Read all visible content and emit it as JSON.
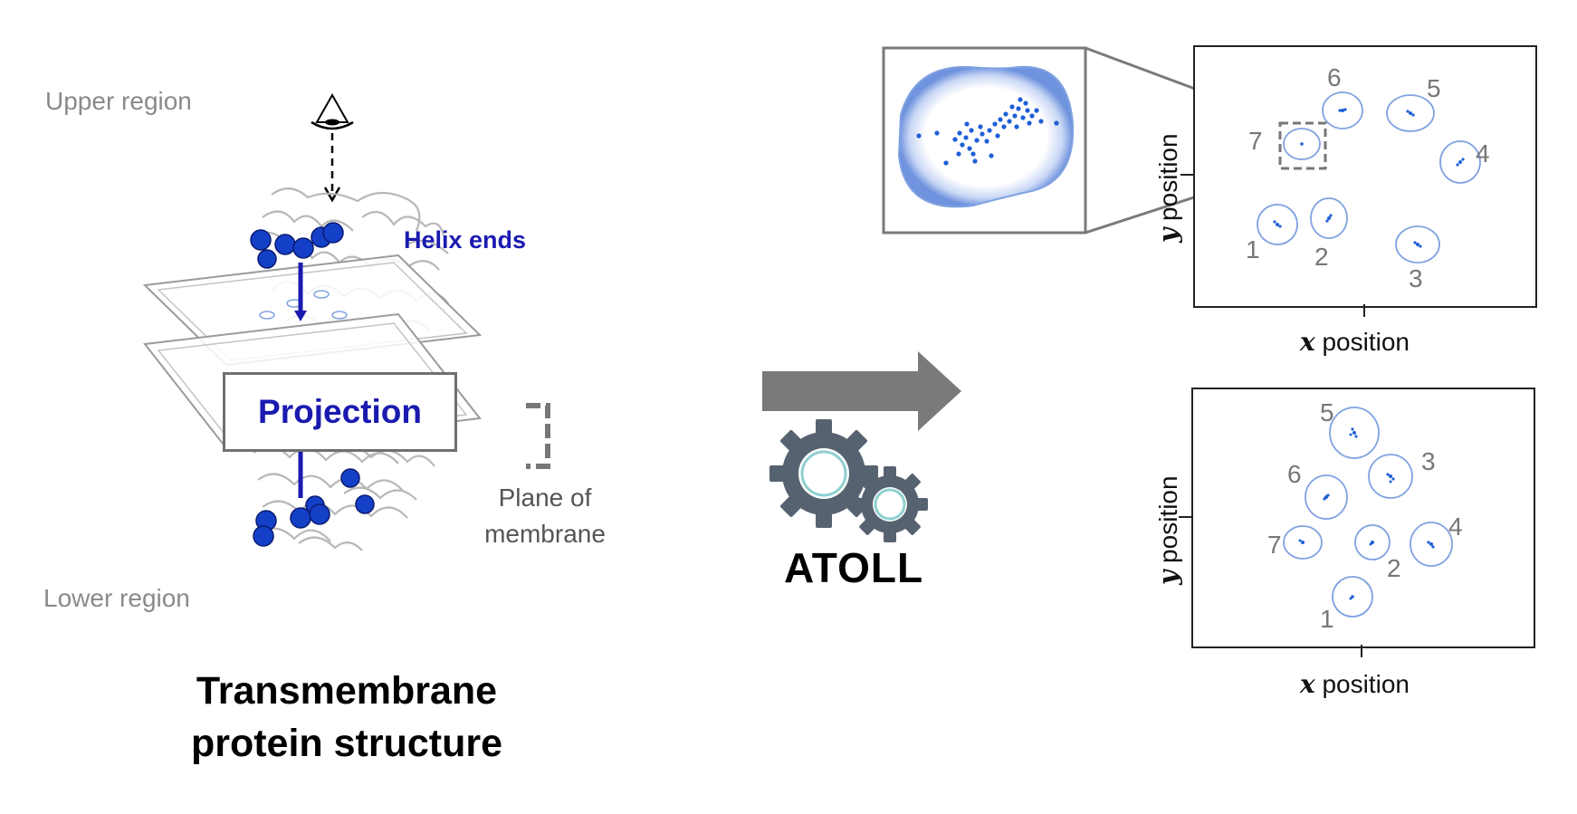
{
  "left": {
    "upper_region": "Upper region",
    "lower_region": "Lower region",
    "helix_ends": "Helix ends",
    "projection": "Projection",
    "plane_line1": "Plane of",
    "plane_line2": "membrane",
    "title_line1": "Transmembrane",
    "title_line2": "protein structure"
  },
  "middle": {
    "tool_name": "ATOLL"
  },
  "plots": {
    "x_var": "x",
    "y_var": "y",
    "axis_word": "position",
    "top_labels": [
      "1",
      "2",
      "3",
      "4",
      "5",
      "6",
      "7"
    ],
    "bottom_labels": [
      "1",
      "2",
      "3",
      "4",
      "5",
      "6",
      "7"
    ]
  },
  "colors": {
    "helix_blue": "#1a1ab0",
    "point_blue": "#1f5fd6",
    "outline_blue": "#7fa2e0",
    "gear_gray": "#56626f",
    "arrow_gray": "#7a7a7a"
  }
}
